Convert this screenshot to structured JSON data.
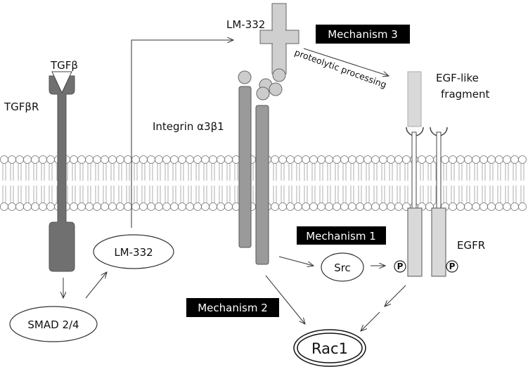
{
  "labels": {
    "tgfb": "TGFβ",
    "tgfbr": "TGFβR",
    "lm332_top": "LM-332",
    "lm332_oval": "LM-332",
    "smad": "SMAD 2/4",
    "integrin": "Integrin α3β1",
    "src": "Src",
    "rac1": "Rac1",
    "egfr": "EGFR",
    "egf_like_line1": "EGF-like",
    "egf_like_line2": "fragment",
    "proteolytic": "proteolytic processing",
    "phospho": "P"
  },
  "mechanisms": {
    "m1": "Mechanism 1",
    "m2": "Mechanism 2",
    "m3": "Mechanism 3"
  },
  "colors": {
    "tgfbr": "#707070",
    "integrin": "#9a9a9a",
    "lm_cross": "#cfcfcf",
    "egfr_body": "#d9d9d9",
    "mechanism_bg": "#000000",
    "membrane_bead": "#ffffff"
  }
}
